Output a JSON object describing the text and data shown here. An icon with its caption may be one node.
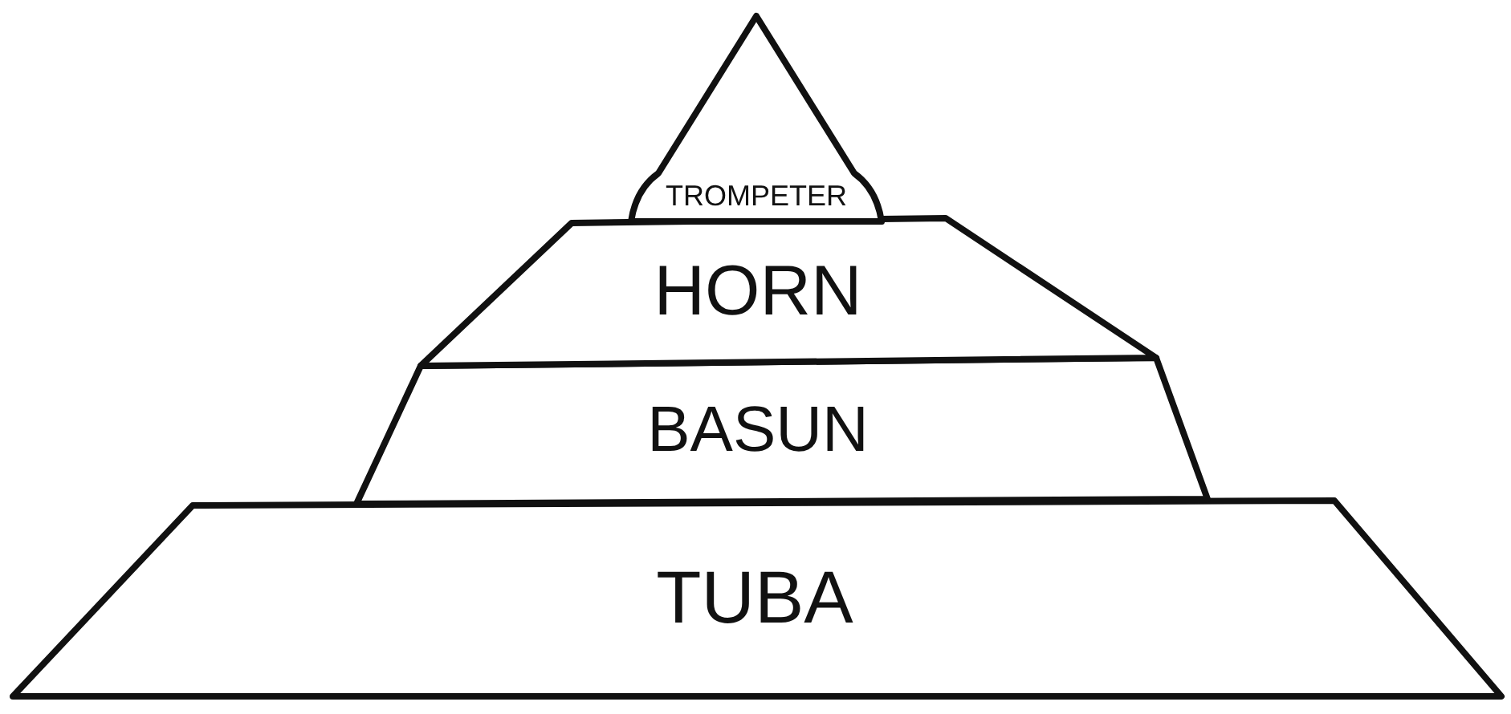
{
  "diagram": {
    "nodes": [
      {
        "text": [
          "TROMPETER"
        ]
      },
      {
        "text": [
          "HORN"
        ]
      },
      {
        "text": [
          "BASUN"
        ]
      },
      {
        "text": [
          "TUBA"
        ]
      }
    ]
  }
}
